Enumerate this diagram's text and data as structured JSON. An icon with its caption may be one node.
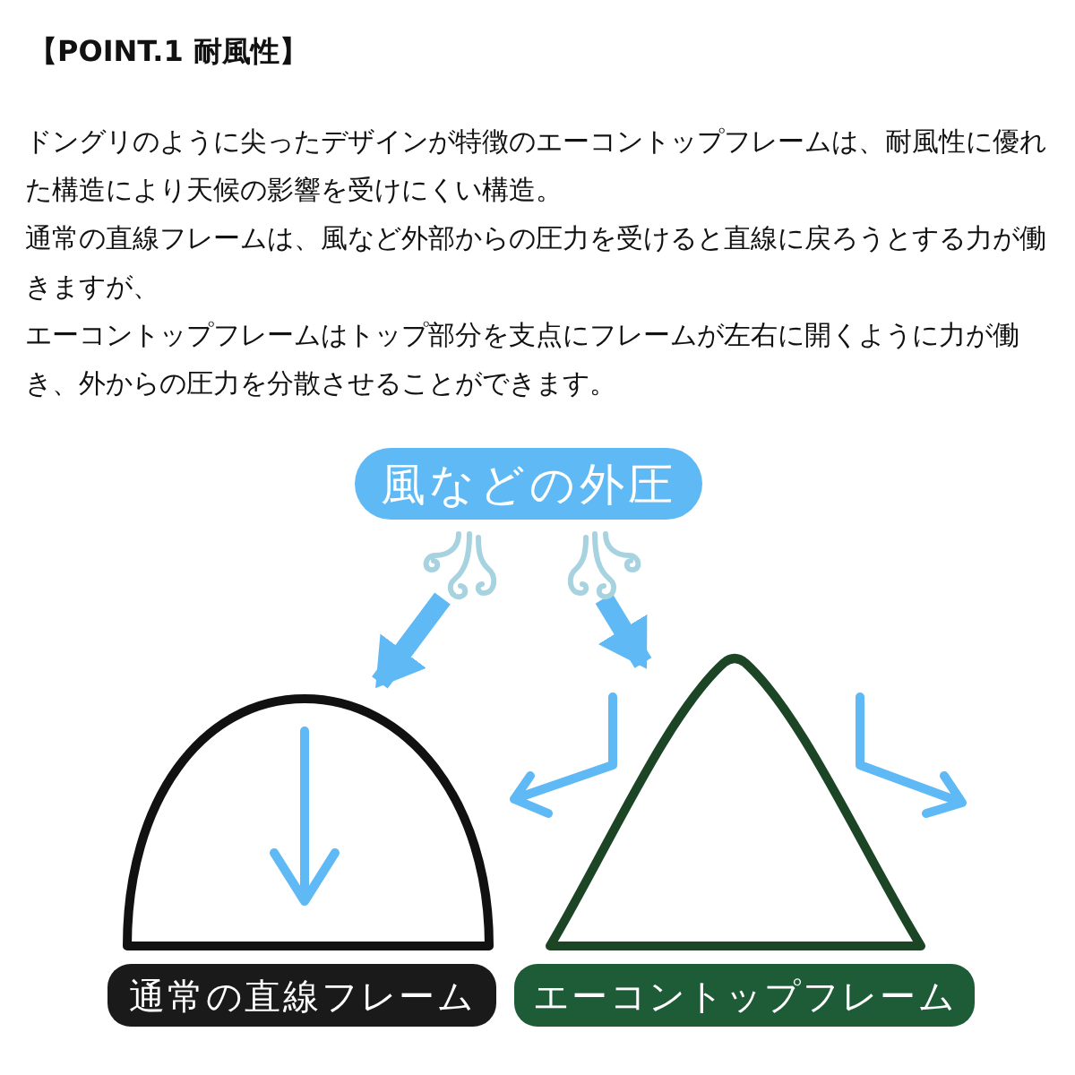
{
  "diagram": {
    "title": "【POINT.1 耐風性】",
    "nodes": [
      {
        "text": [
          "風などの外圧"
        ]
      },
      {
        "text": [],
        "shape": "picture"
      },
      {
        "text": [],
        "shape": "picture"
      },
      {
        "text": [],
        "shape": "dome"
      },
      {
        "text": [],
        "shape": "arch"
      },
      {
        "text": [
          "通常の直線フレーム"
        ]
      },
      {
        "text": [
          "エーコントップフレーム"
        ]
      }
    ],
    "edges": [
      {
        "from": 1,
        "to": 3,
        "arrow": "to"
      },
      {
        "from": 2,
        "to": 4,
        "arrow": "to"
      }
    ],
    "labels": [
      "ドングリのように尖ったデザインが特徴のエーコントップフレームは、耐風性に優れた構造により天候の影響を受けにくい構造。",
      "通常の直線フレームは、風など外部からの圧力を受けると直線に戻ろうとする力が働きますが、",
      "エーコントップフレームはトップ部分を支点にフレームが左右に開くように力が働き、外からの圧力を分散させることができます。"
    ]
  }
}
